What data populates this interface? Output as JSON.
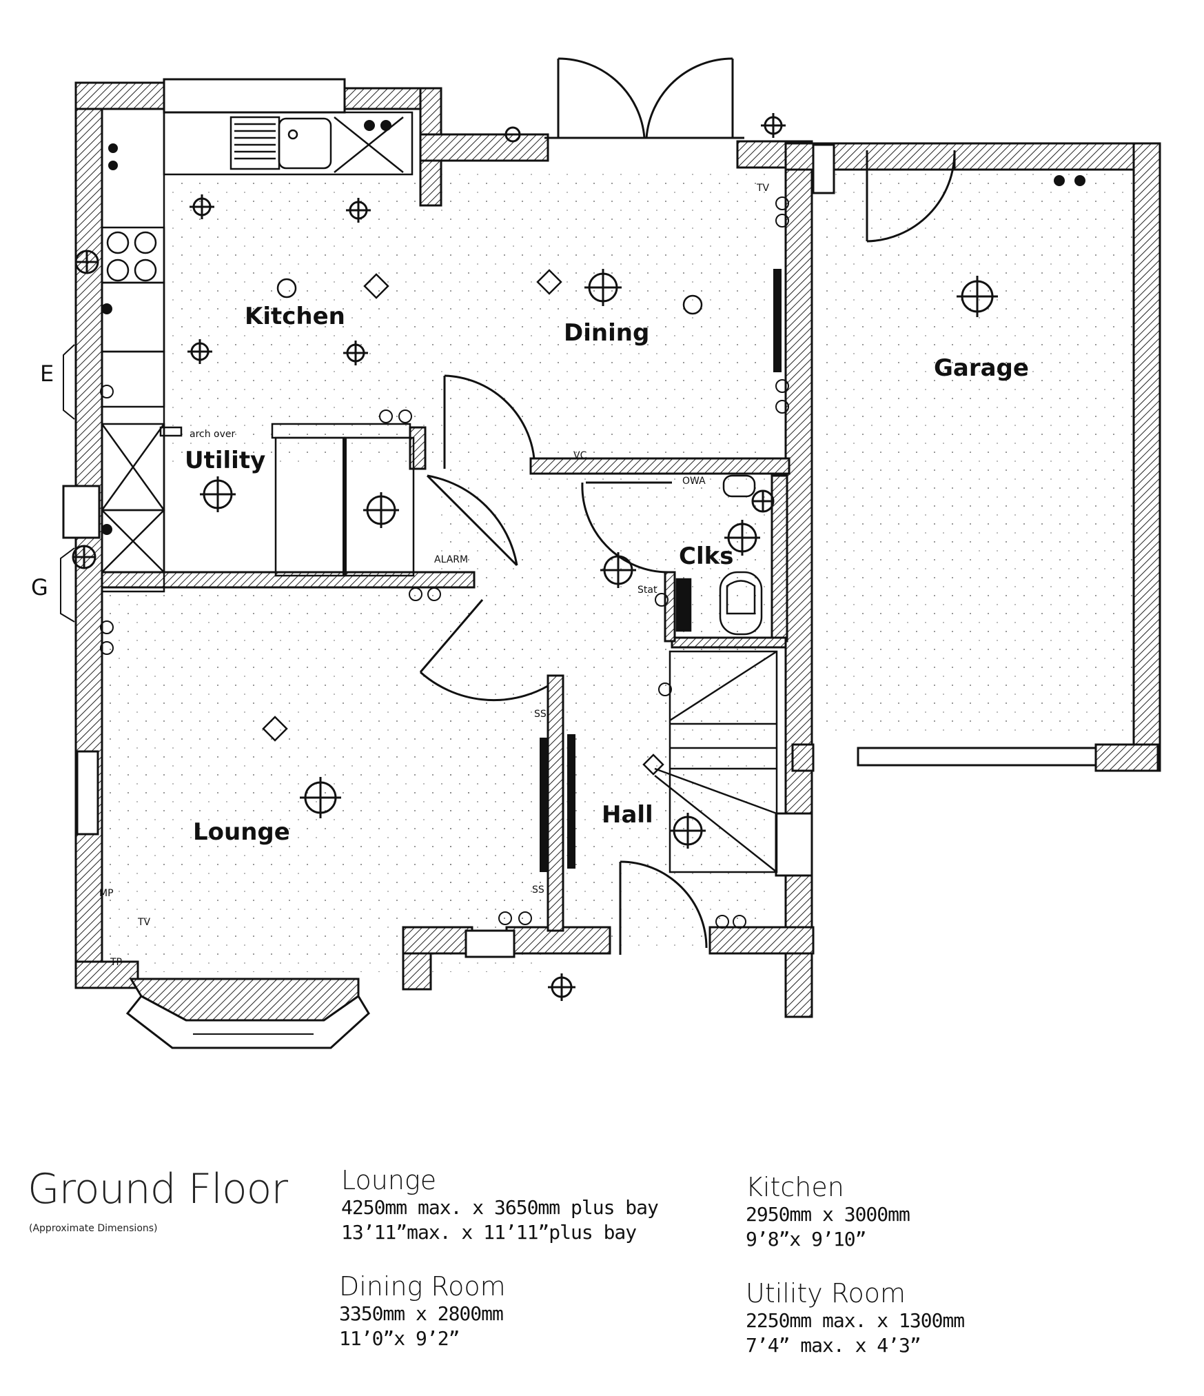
{
  "plan": {
    "rooms": {
      "kitchen": "Kitchen",
      "dining": "Dining",
      "garage": "Garage",
      "utility": "Utility",
      "clks": "Clks",
      "lounge": "Lounge",
      "hall": "Hall"
    },
    "side_marks": {
      "e": "E",
      "g": "G"
    },
    "annotations": {
      "arch_over": "arch over",
      "alarm": "ALARM",
      "tv_dining": "TV",
      "tv_lounge": "TV",
      "mp": "MP",
      "tp": "TP",
      "ss_upper": "SS",
      "ss_lower": "SS",
      "vc": "VC",
      "stat": "Stat",
      "clks_unit": "OWA"
    }
  },
  "legend": {
    "title": "Ground Floor",
    "subtitle": "(Approximate Dimensions)",
    "rooms": [
      {
        "name": "Lounge",
        "metric": "4250mm max. x 3650mm plus bay",
        "imperial": "13’11”max. x 11’11”plus bay"
      },
      {
        "name": "Dining Room",
        "metric": "3350mm x 2800mm",
        "imperial": "11’0”x 9’2”"
      },
      {
        "name": "Kitchen",
        "metric": "2950mm x 3000mm",
        "imperial": "9’8”x 9’10”"
      },
      {
        "name": "Utility Room",
        "metric": "2250mm max. x 1300mm",
        "imperial": "7’4” max. x 4’3”"
      }
    ]
  }
}
